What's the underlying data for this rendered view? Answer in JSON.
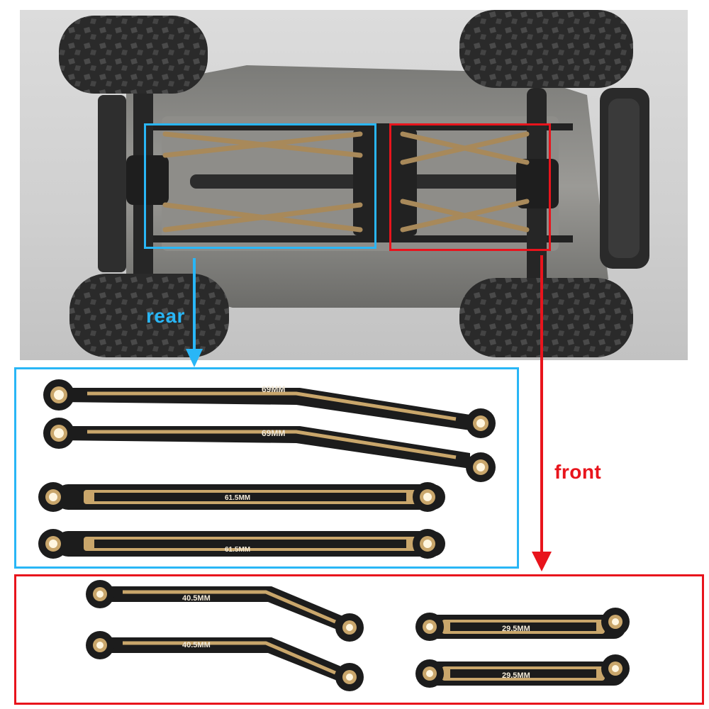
{
  "labels": {
    "rear": "rear",
    "front": "front"
  },
  "rear_links": [
    {
      "size": "69MM"
    },
    {
      "size": "69MM"
    },
    {
      "size": "61.5MM"
    },
    {
      "size": "61.5MM"
    }
  ],
  "front_links": [
    {
      "size": "40.5MM"
    },
    {
      "size": "40.5MM"
    },
    {
      "size": "29.5MM"
    },
    {
      "size": "29.5MM"
    }
  ],
  "colors": {
    "rear_accent": "#29b6f6",
    "front_accent": "#e8141c",
    "link_black": "#1c1c1c",
    "brass": "#c9a66b"
  }
}
